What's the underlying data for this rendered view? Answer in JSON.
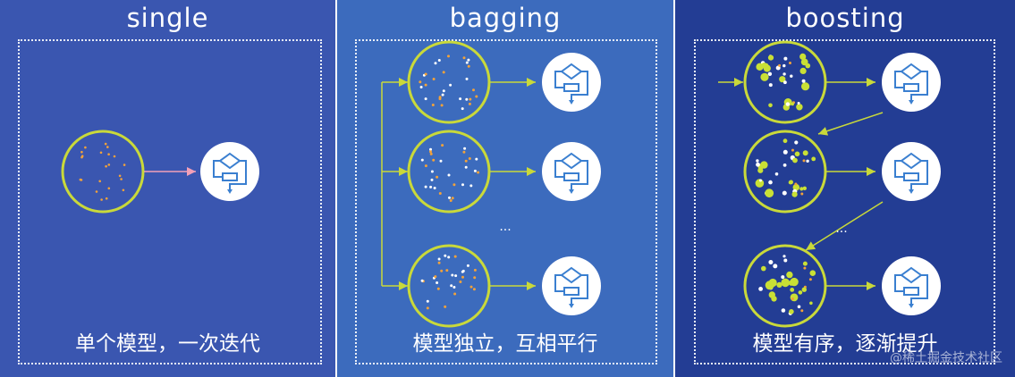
{
  "panels": [
    {
      "title": "single",
      "caption": "单个模型，一次迭代",
      "ellipsis": "",
      "background": "#3a56b0"
    },
    {
      "title": "bagging",
      "caption": "模型独立，互相平行",
      "ellipsis": "...",
      "background": "#3c6bbd"
    },
    {
      "title": "boosting",
      "caption": "模型有序，逐渐提升",
      "ellipsis": "...",
      "background": "#233d94"
    }
  ],
  "icons": {
    "dataset": "data-sample-circle-icon",
    "model": "model-flowchart-icon",
    "arrow": "arrow-icon"
  },
  "watermark": "@稀土掘金技术社区",
  "colors": {
    "circle_ring": "#c9d93a",
    "orange_dot": "#f2a23a",
    "white_dot": "#ffffff",
    "green_dot": "#c9e035",
    "arrow": "#c9d93a",
    "pink_arrow": "#f2a0b8",
    "model_icon_bg": "#ffffff",
    "model_icon_stroke": "#3a7fd0"
  }
}
